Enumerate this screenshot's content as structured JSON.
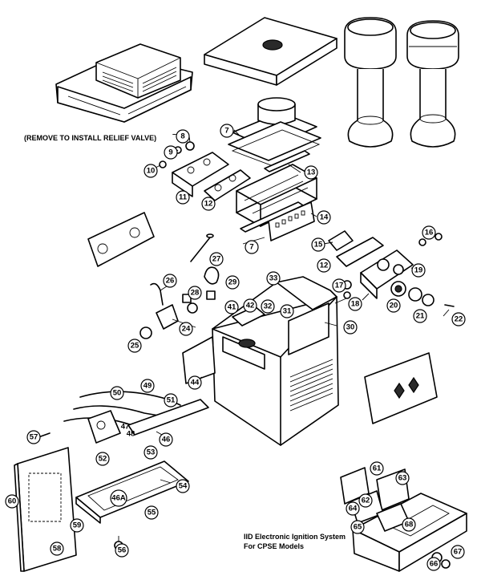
{
  "notes": {
    "relief_valve": "(REMOVE TO INSTALL RELIEF VALVE)",
    "iid_line1": "IID Electronic Ignition System",
    "iid_line2": "For CPSE Models"
  },
  "callouts": [
    "7",
    "8",
    "9",
    "10",
    "11",
    "12",
    "13",
    "14",
    "7",
    "15",
    "16",
    "12",
    "19",
    "17",
    "18",
    "20",
    "21",
    "22",
    "26",
    "27",
    "28",
    "29",
    "33",
    "32",
    "31",
    "41",
    "42",
    "30",
    "24",
    "25",
    "44",
    "50",
    "49",
    "51",
    "47",
    "48",
    "46",
    "57",
    "52",
    "53",
    "60",
    "46A",
    "54",
    "55",
    "59",
    "58",
    "56",
    "61",
    "63",
    "64",
    "62",
    "65",
    "68",
    "66",
    "67"
  ]
}
